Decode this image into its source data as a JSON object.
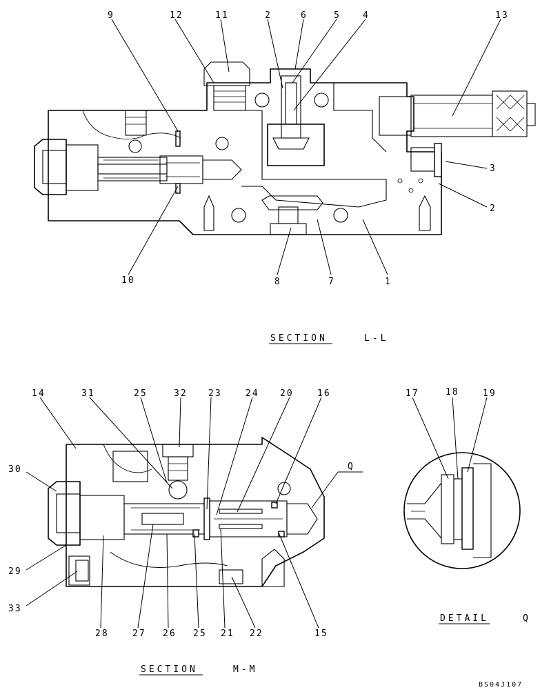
{
  "section_ll": {
    "title": "SECTION",
    "name": "L-L",
    "labels": [
      "9",
      "12",
      "11",
      "2",
      "6",
      "5",
      "4",
      "13",
      "3",
      "2",
      "10",
      "8",
      "7",
      "1"
    ]
  },
  "section_mm": {
    "title": "SECTION",
    "name": "M-M",
    "labels": [
      "14",
      "31",
      "25",
      "32",
      "23",
      "24",
      "20",
      "16",
      "30",
      "Q",
      "29",
      "33",
      "28",
      "27",
      "26",
      "25",
      "21",
      "22",
      "15"
    ]
  },
  "detail_q": {
    "title": "DETAIL",
    "name": "Q",
    "labels": [
      "17",
      "18",
      "19"
    ]
  },
  "drawing_code": "BS04J107"
}
